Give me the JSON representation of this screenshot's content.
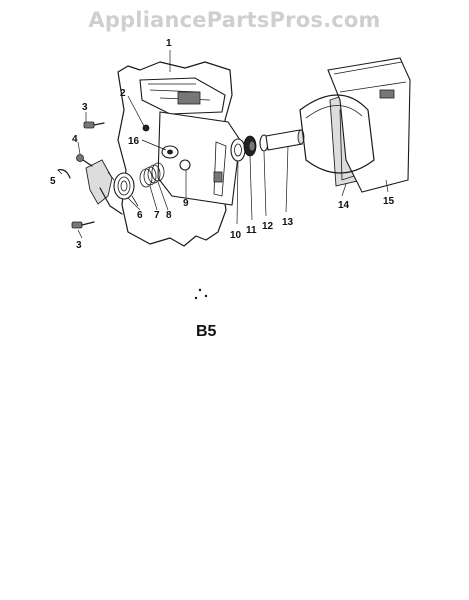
{
  "watermark": "AppliancePartsPros.com",
  "figure_id": "B5",
  "callouts": [
    {
      "id": "c1",
      "label": "1"
    },
    {
      "id": "c2",
      "label": "2"
    },
    {
      "id": "c3a",
      "label": "3"
    },
    {
      "id": "c4",
      "label": "4"
    },
    {
      "id": "c5",
      "label": "5"
    },
    {
      "id": "c6",
      "label": "6"
    },
    {
      "id": "c7",
      "label": "7"
    },
    {
      "id": "c8",
      "label": "8"
    },
    {
      "id": "c9",
      "label": "9"
    },
    {
      "id": "c10",
      "label": "10"
    },
    {
      "id": "c11",
      "label": "11"
    },
    {
      "id": "c12",
      "label": "12"
    },
    {
      "id": "c13",
      "label": "13"
    },
    {
      "id": "c14",
      "label": "14"
    },
    {
      "id": "c15",
      "label": "15"
    },
    {
      "id": "c16",
      "label": "16"
    },
    {
      "id": "c3b",
      "label": "3"
    }
  ]
}
